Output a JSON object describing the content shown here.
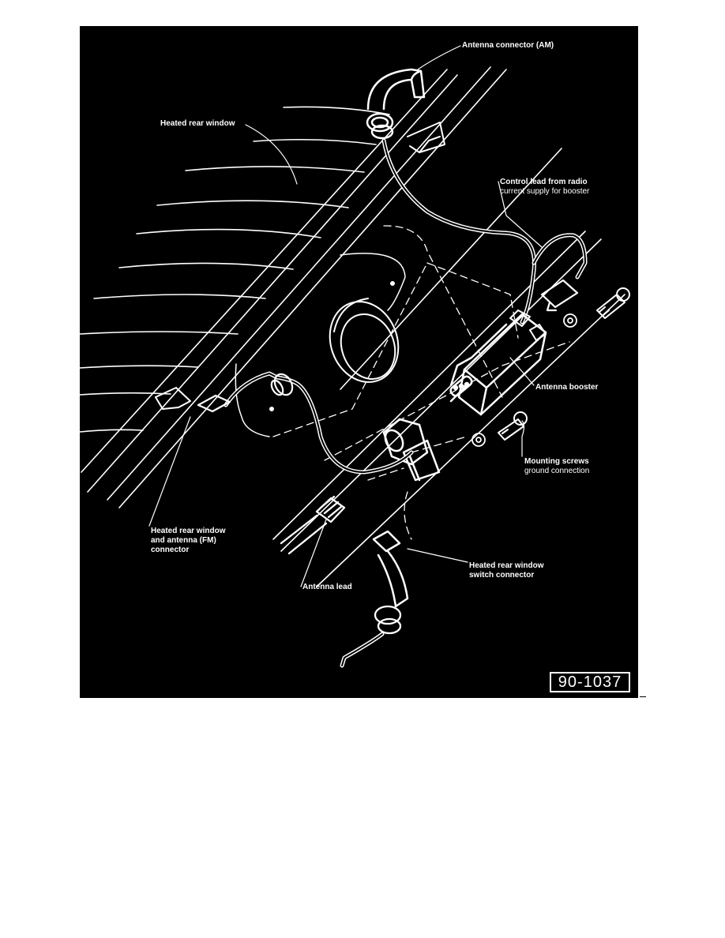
{
  "figure": {
    "id": "90-1037",
    "background": "#000000",
    "line_color": "#ffffff"
  },
  "labels": {
    "antenna_connector_am": {
      "title": "Antenna connector (AM)"
    },
    "heated_rear_window": {
      "title": "Heated rear window"
    },
    "control_lead": {
      "title": "Control lead from radio",
      "sub": "current supply for booster"
    },
    "antenna_booster": {
      "title": "Antenna booster"
    },
    "mounting_screws": {
      "title": "Mounting screws",
      "sub": "ground connection"
    },
    "heated_rear_window_fm": {
      "lines": [
        "Heated rear window",
        "and antenna (FM)",
        "connector"
      ]
    },
    "switch_connector": {
      "lines": [
        "Heated rear window",
        "switch connector"
      ]
    },
    "antenna_lead": {
      "title": "Antenna lead"
    }
  }
}
